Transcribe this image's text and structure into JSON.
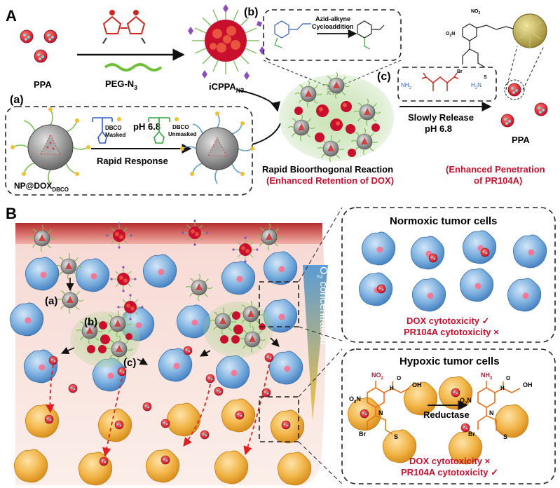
{
  "panel_a_letter": "A",
  "panel_b_letter": "B",
  "top": {
    "ppa_label": "PPA",
    "peg_label": "PEG-N",
    "peg_sub": "3",
    "icppa_label": "iCPPA",
    "icppa_sub": "N3",
    "sub_a": "(a)",
    "sub_b": "(b)",
    "sub_c": "(c)",
    "dbco_masked_1": "DBCO",
    "dbco_masked_2": "Masked",
    "ph_label": "pH 6.8",
    "dbco_unmasked_1": "DBCO",
    "dbco_unmasked_2": "Unmasked",
    "rapid_response": "Rapid Response",
    "np_label": "NP@DOX",
    "np_sub": "DBCO",
    "azide_1": "Azid-alkyne",
    "azide_2": "Cycloaddition",
    "slowly_release": "Slowly Release",
    "release_ph": "pH 6.8",
    "ppa_label_right": "PPA",
    "rapid_bio": "Rapid Bioorthogonal Reaction",
    "enhanced_retention": "(Enhanced Retention of DOX)",
    "enhanced_pen_1": "(Enhanced Penetration",
    "enhanced_pen_2": "of PR104A)",
    "nh2_left": "NH",
    "nh2_right": "H",
    "nh2_sub": "2"
  },
  "bottom": {
    "sub_a": "(a)",
    "sub_b": "(b)",
    "sub_c": "(c)",
    "o2_label": "O",
    "o2_sub": "2",
    "o2_rest": " concentration",
    "normoxic_title": "Normoxic tumor cells",
    "normoxic_dox": "DOX  cytotoxicity ✓",
    "normoxic_pr": "PR104A cytotoxicity ×",
    "hypoxic_title": "Hypoxic tumor cells",
    "hypoxic_dox": "DOX  cytotoxicity ×",
    "hypoxic_pr": "PR104A cytotoxicity ✓",
    "reductase": "Reductase",
    "chem_no2": "NO",
    "chem_no2_sub": "2",
    "chem_nh2": "NH",
    "chem_nh2_sub": "2",
    "chem_o2n": "O",
    "chem_o2n_rest": "N",
    "chem_n": "N",
    "chem_h": "H",
    "chem_oh": "OH",
    "chem_o": "O",
    "chem_br": "Br",
    "chem_s": "S"
  },
  "colors": {
    "accent_red": "#c8102e",
    "normoxic_cell": "#5b9bd5",
    "hypoxic_cell": "#f0b347",
    "vessel": "#d9534f",
    "gel_green": "#a9d18e",
    "orange_chem": "#e8711a"
  },
  "icons": [
    "ppa-nanoparticle-icon",
    "maleic-anhydride-icon",
    "peg-chain-icon",
    "iCPPA-icon",
    "dbco-nanoparticle-icon",
    "triazole-icon",
    "prodrug-structure-icon",
    "tumor-cell-icon"
  ]
}
